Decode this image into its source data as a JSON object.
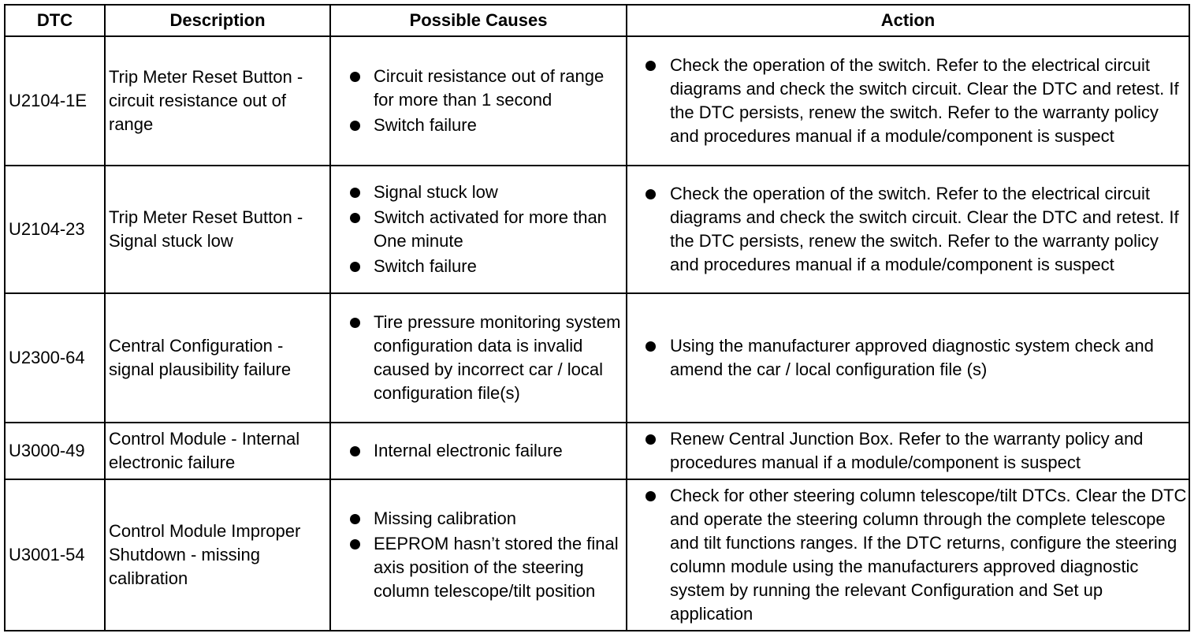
{
  "headers": {
    "dtc": "DTC",
    "description": "Description",
    "causes": "Possible Causes",
    "action": "Action"
  },
  "rows": [
    {
      "code": "U2104-1E",
      "description": "Trip Meter Reset Button - circuit resistance out of range",
      "causes": [
        "Circuit resistance out of range for more than 1 second",
        "Switch failure"
      ],
      "actions": [
        "Check the operation of the switch. Refer to the electrical circuit diagrams and check the switch circuit. Clear the DTC and retest. If the DTC persists, renew the switch. Refer to the warranty policy and procedures manual if a module/component is suspect"
      ]
    },
    {
      "code": "U2104-23",
      "description": "Trip Meter Reset Button - Signal stuck low",
      "causes": [
        "Signal stuck low",
        "Switch activated for more than One minute",
        "Switch failure"
      ],
      "actions": [
        "Check the operation of the switch. Refer to the electrical circuit diagrams and check the switch circuit. Clear the DTC and retest. If the DTC persists, renew the switch. Refer to the warranty policy and procedures manual if a module/component is suspect"
      ]
    },
    {
      "code": "U2300-64",
      "description": "Central Configuration - signal plausibility failure",
      "causes": [
        "Tire pressure monitoring system configuration data is invalid caused by incorrect car / local configuration file(s)"
      ],
      "actions": [
        "Using the manufacturer approved diagnostic system check and amend the car / local configuration file (s)"
      ]
    },
    {
      "code": "U3000-49",
      "description": "Control Module - Internal electronic failure",
      "causes": [
        "Internal electronic failure"
      ],
      "actions": [
        "Renew Central Junction Box. Refer to the warranty policy and procedures manual if a module/component is suspect"
      ]
    },
    {
      "code": "U3001-54",
      "description": "Control Module Improper Shutdown - missing calibration",
      "causes": [
        "Missing calibration",
        "EEPROM hasn’t stored the final axis position of the steering column telescope/tilt position"
      ],
      "actions": [
        "Check for other steering column telescope/tilt DTCs. Clear the DTC and operate the steering column through the complete telescope and tilt functions ranges. If the DTC returns, configure the steering column module using the manufacturers approved diagnostic system by running the relevant Configuration and Set up application"
      ]
    }
  ]
}
